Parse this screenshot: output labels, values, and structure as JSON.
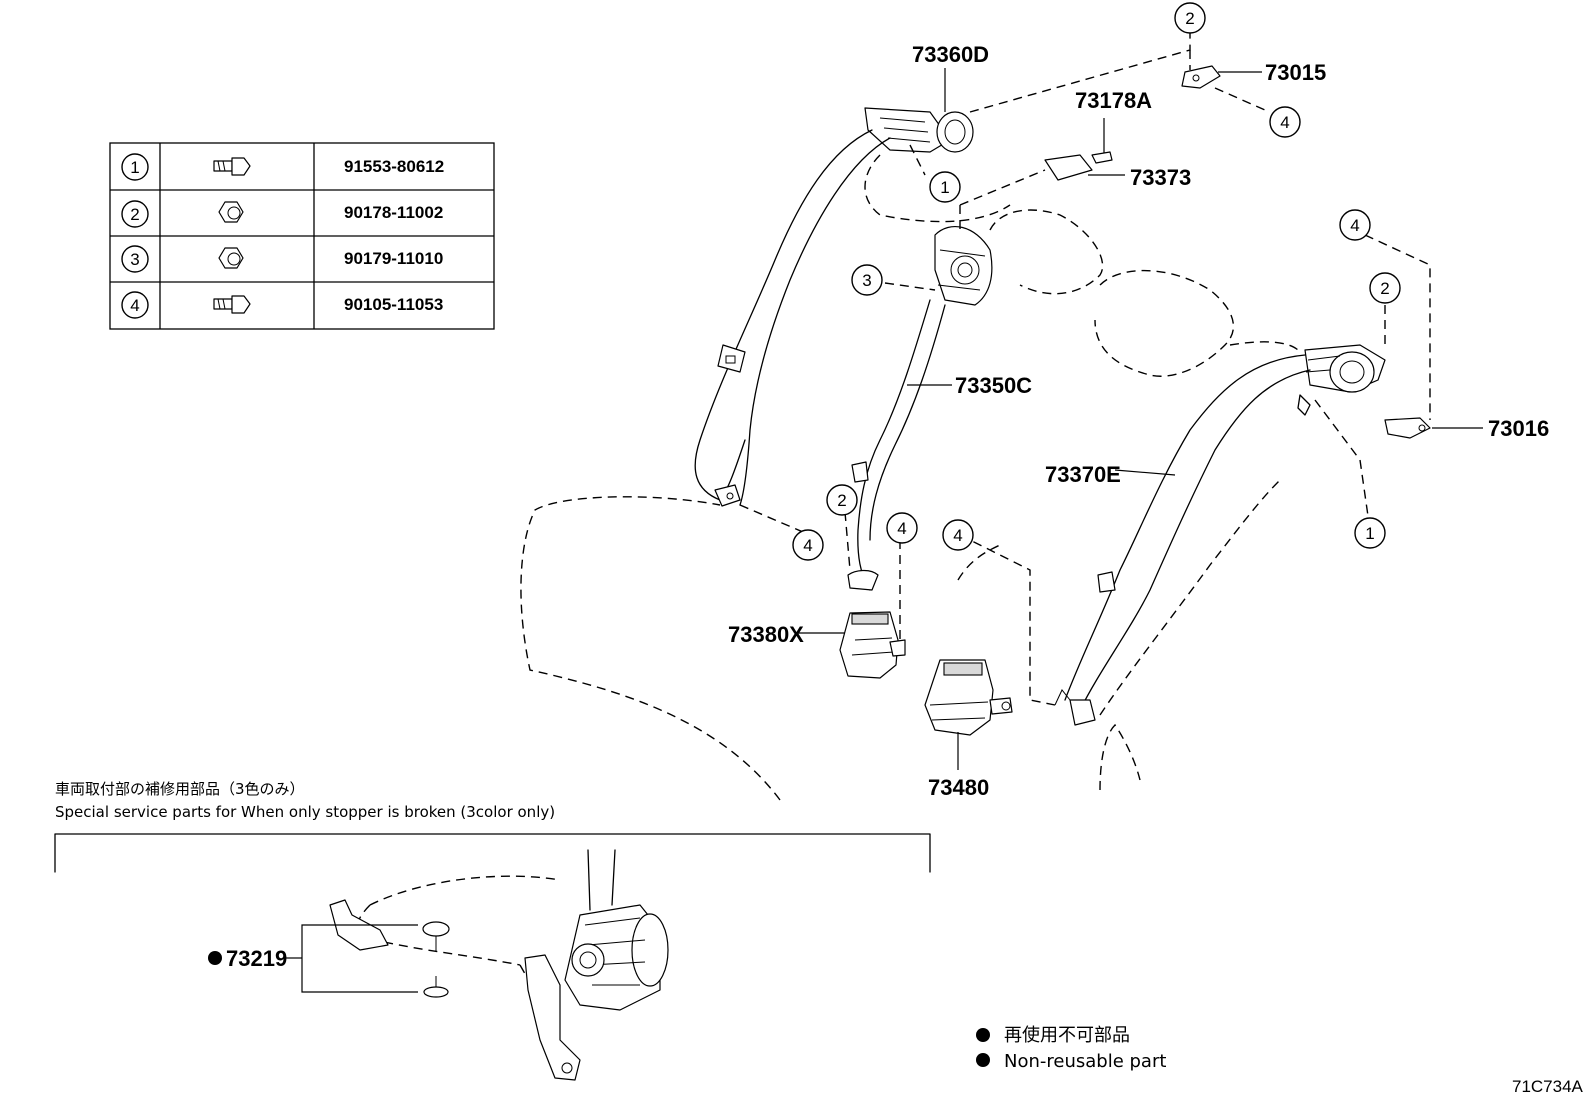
{
  "fastener_table": {
    "rows": [
      {
        "index": "1",
        "part_number": "91553-80612",
        "icon": "bolt-washer-icon"
      },
      {
        "index": "2",
        "part_number": "90178-11002",
        "icon": "nut-icon"
      },
      {
        "index": "3",
        "part_number": "90179-11010",
        "icon": "nut-icon"
      },
      {
        "index": "4",
        "part_number": "90105-11053",
        "icon": "bolt-washer-icon"
      }
    ]
  },
  "part_labels": {
    "p73360D": "73360D",
    "p73015": "73015",
    "p73178A": "73178A",
    "p73373": "73373",
    "p73350C": "73350C",
    "p73016": "73016",
    "p73370E": "73370E",
    "p73380X": "73380X",
    "p73480": "73480",
    "p73219": "73219"
  },
  "callouts": {
    "c2_top": "2",
    "c4_top": "4",
    "c1_upper": "1",
    "c3": "3",
    "c4_right": "4",
    "c2_right": "2",
    "c1_right": "1",
    "c4_left": "4",
    "c2_mid": "2",
    "c4_mid": "4",
    "c4_center": "4"
  },
  "service_note": {
    "japanese": "車両取付部の補修用部品（3色のみ）",
    "english": "Special service parts for When only stopper is broken (3color only)"
  },
  "legend": {
    "japanese": "再使用不可部品",
    "english": "Non-reusable part"
  },
  "diagram_code": "71C734A"
}
